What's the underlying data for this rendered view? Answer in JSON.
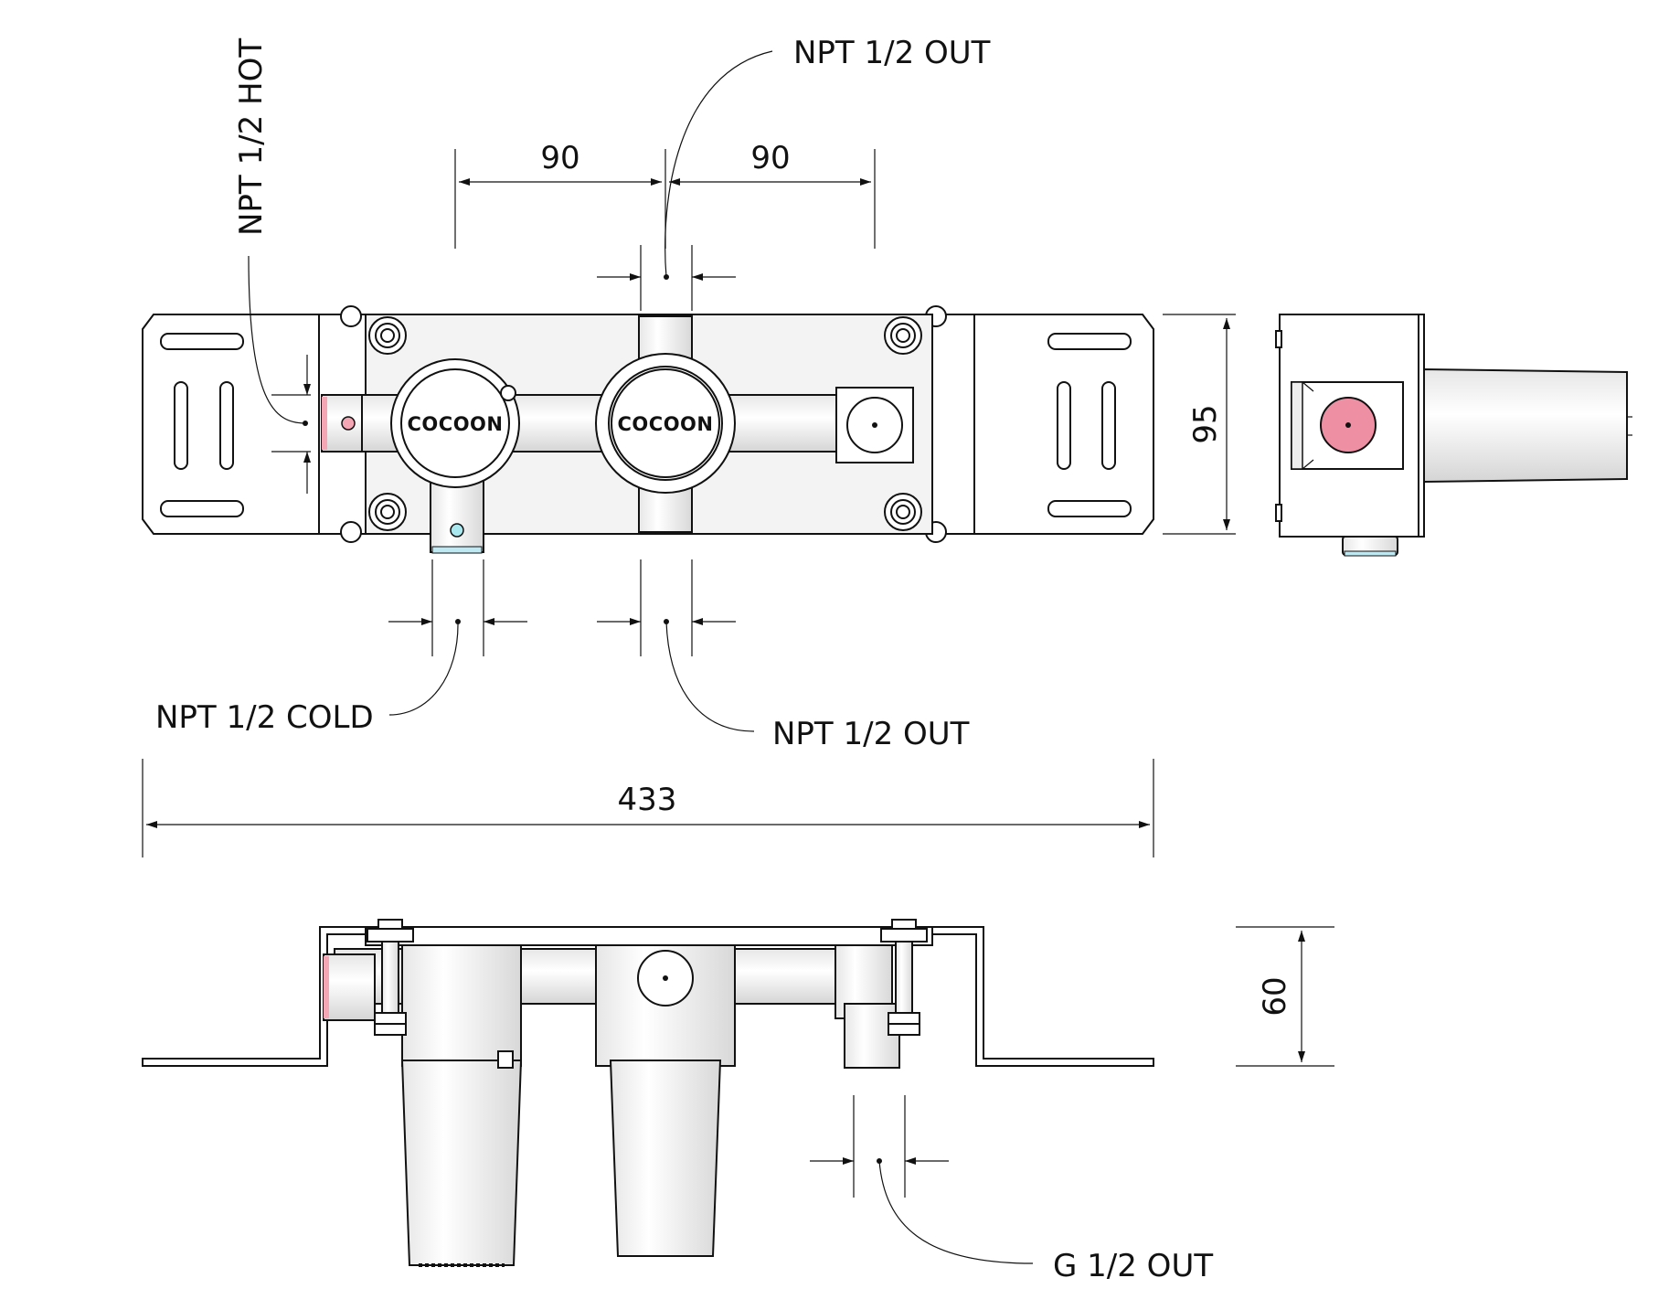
{
  "callouts": {
    "hot": "NPT 1/2 HOT",
    "out_top": "NPT 1/2 OUT",
    "cold": "NPT 1/2 COLD",
    "out_bottom": "NPT 1/2 OUT",
    "g_out": "G 1/2 OUT"
  },
  "dimensions": {
    "left_spacing": "90",
    "right_spacing": "90",
    "total_length": "433",
    "height": "95",
    "depth": "60"
  },
  "brand": {
    "left_cap": "COCOON",
    "right_cap": "COCOON"
  },
  "colors": {
    "hot_marker": "#f4a6b4",
    "hot_port": "#ef8fa3",
    "cold_marker": "#a9e8ef",
    "cold_ring": "#bfe9f2"
  }
}
